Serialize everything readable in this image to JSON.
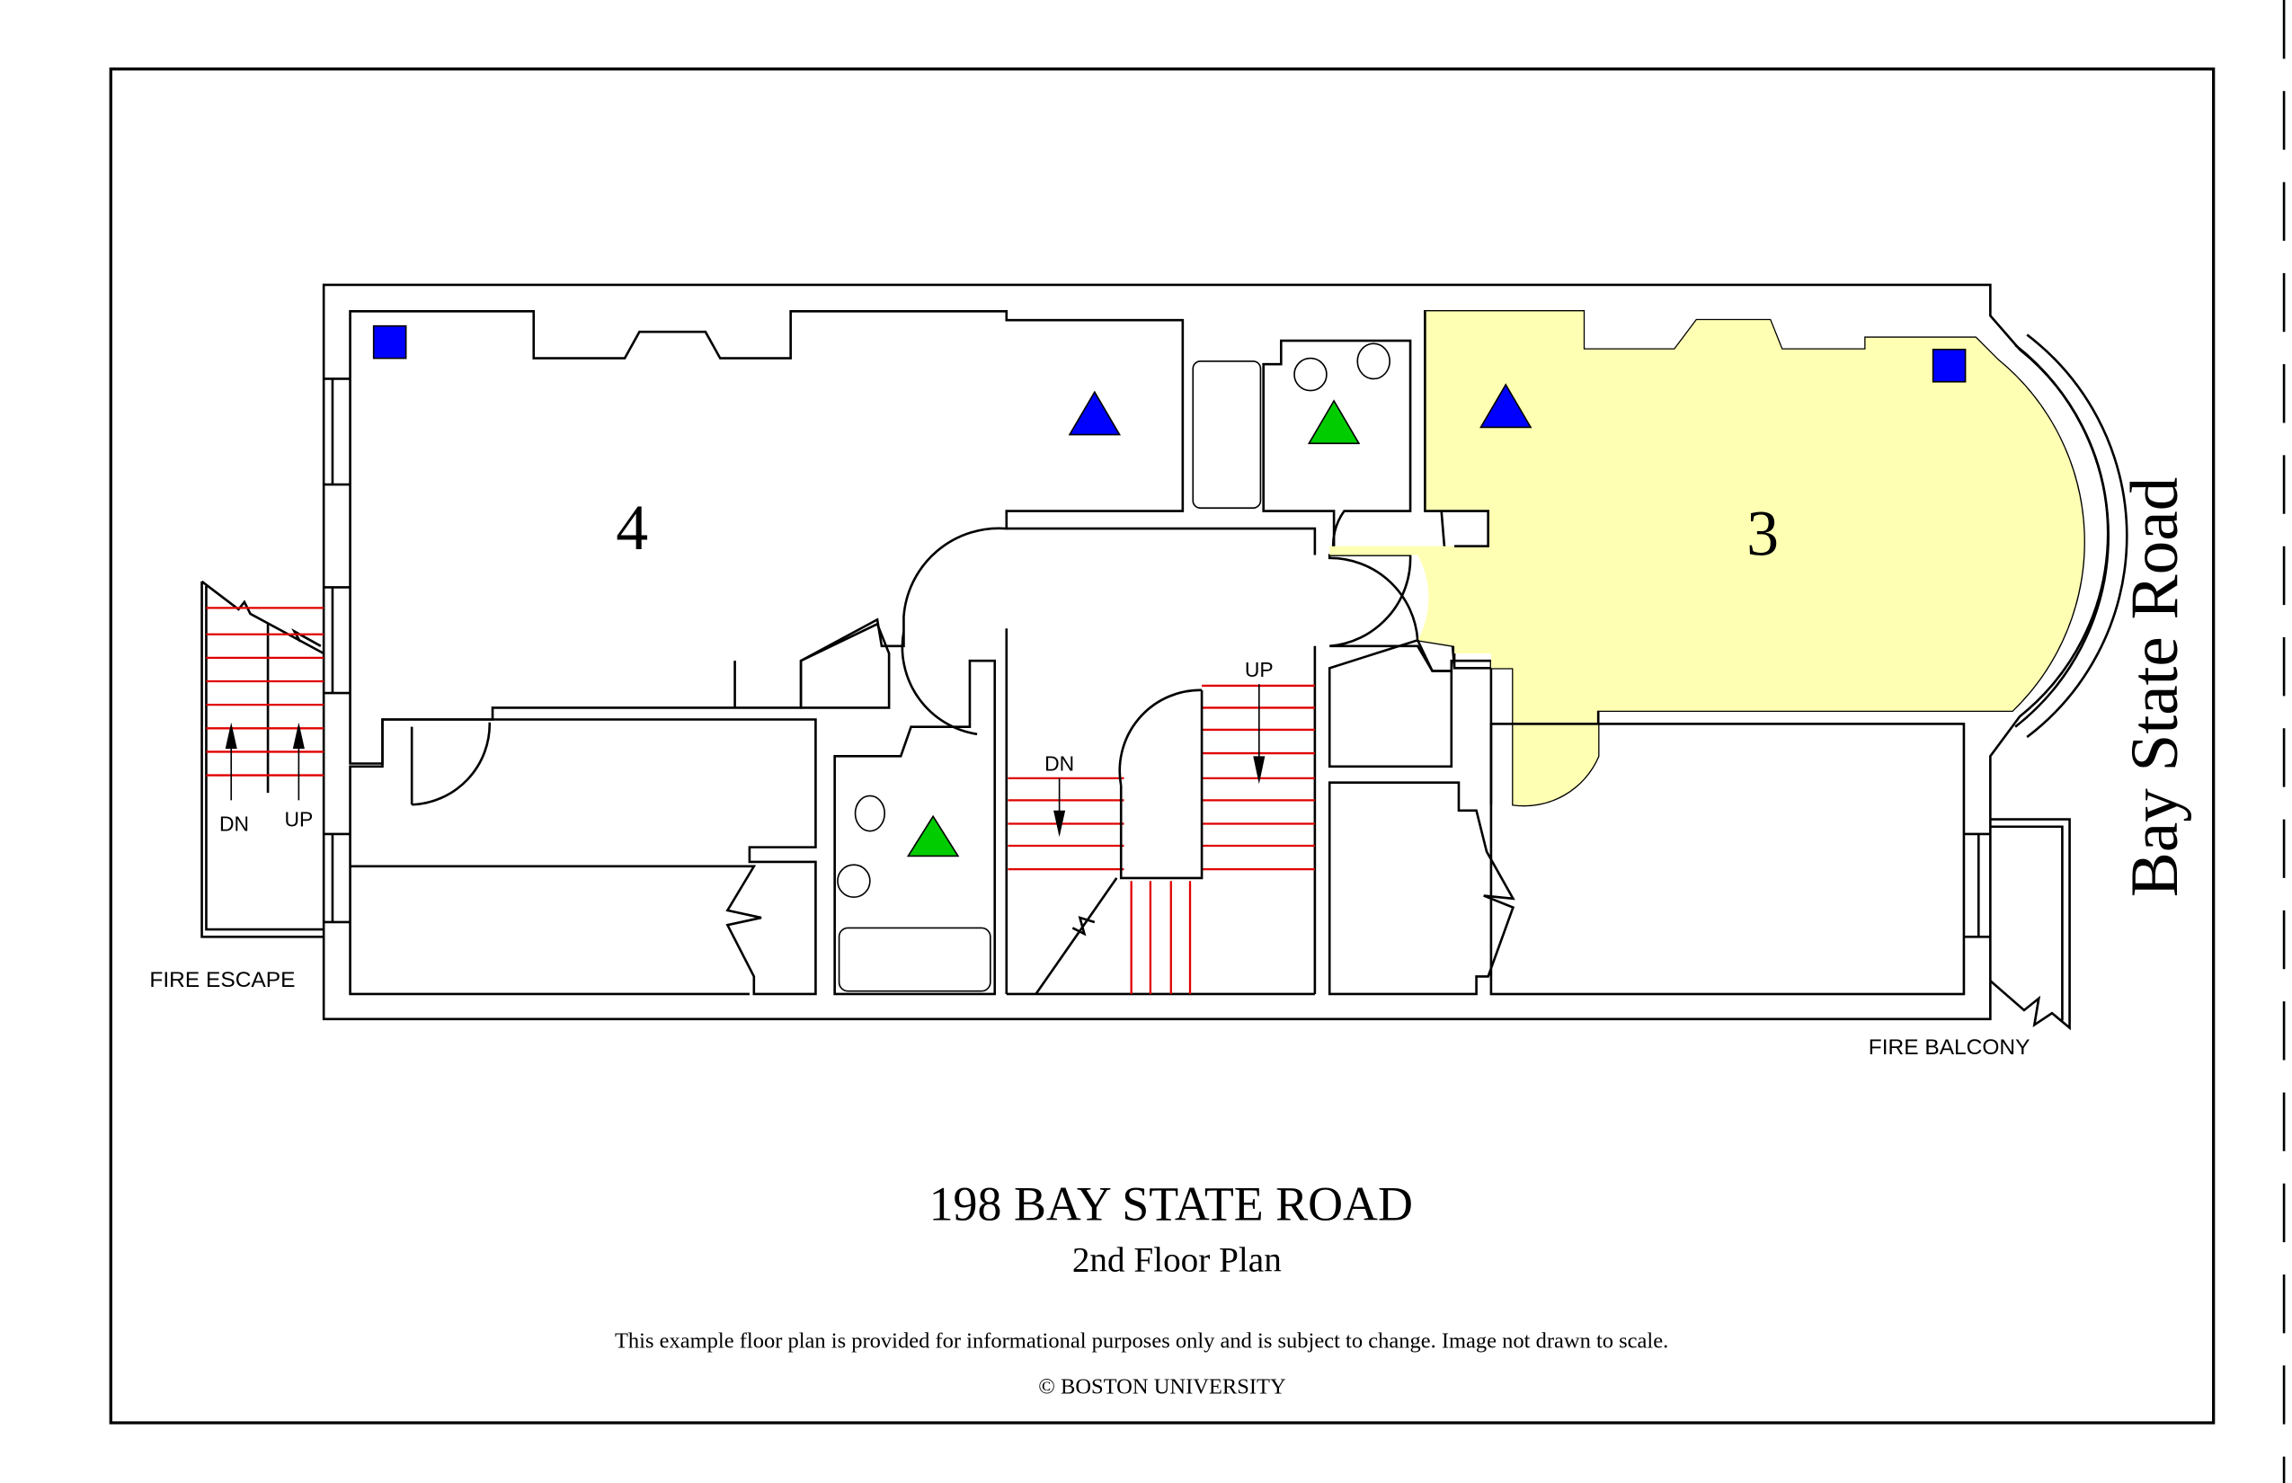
{
  "plan": {
    "title": "198 BAY STATE ROAD",
    "subtitle": "2nd Floor Plan",
    "disclaimer": "This example floor plan is provided for informational purposes only and is subject to change. Image not drawn to scale.",
    "copyright": "© BOSTON UNIVERSITY",
    "street_label": "Bay State Road"
  },
  "rooms": [
    {
      "number": "4",
      "color": "#b3ffff"
    },
    {
      "number": "3",
      "color": "#ffffb3"
    }
  ],
  "labels": {
    "fire_escape": "FIRE ESCAPE",
    "fire_balcony": "FIRE BALCONY",
    "fire_escape_dn": "DN",
    "fire_escape_up": "UP",
    "stair_dn": "DN",
    "stair_up": "UP"
  },
  "markers": {
    "square_color": "#0000ff",
    "blue_triangle_color": "#0000ff",
    "green_triangle_color": "#00cc00"
  }
}
